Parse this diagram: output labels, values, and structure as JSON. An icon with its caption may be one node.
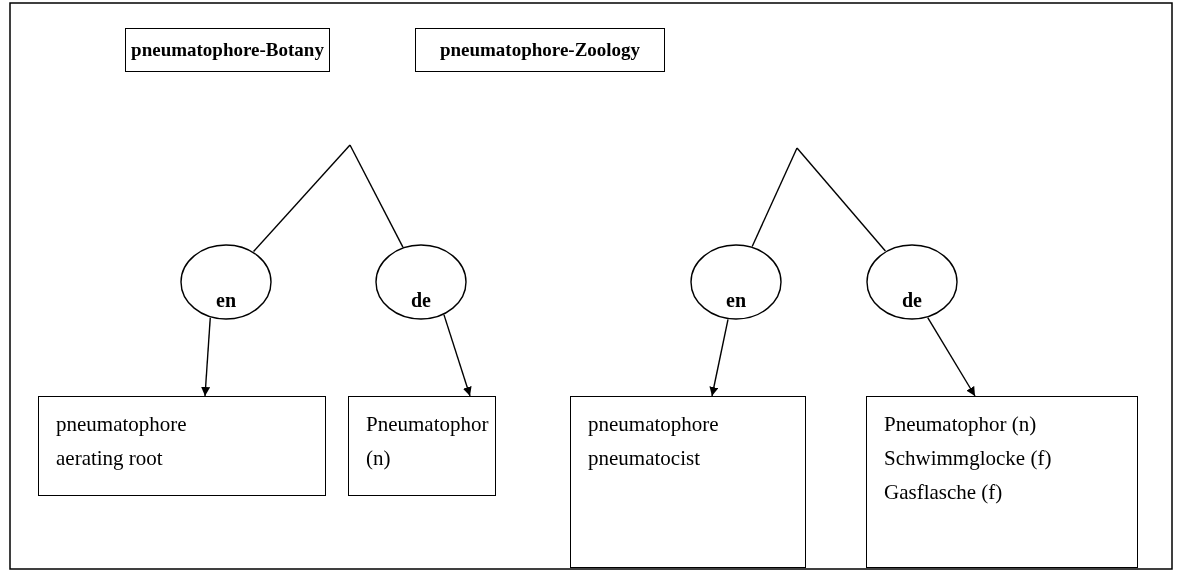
{
  "diagram": {
    "nodes": [
      {
        "text": [
          "pneumatophore-Botany"
        ]
      },
      {
        "text": [
          "pneumatophore-Zoology"
        ]
      },
      {
        "text": [
          "en"
        ]
      },
      {
        "text": [
          "de"
        ]
      },
      {
        "text": [
          "en"
        ]
      },
      {
        "text": [
          "de"
        ]
      },
      {
        "text": [
          "pneumatophore",
          "aerating root"
        ]
      },
      {
        "text": [
          "Pneumatophor (n)"
        ]
      },
      {
        "text": [
          "pneumatophore",
          "pneumatocist"
        ]
      },
      {
        "text": [
          "Pneumatophor (n)",
          "Schwimmglocke (f)",
          "Gasflasche (f)"
        ]
      }
    ],
    "edges": [
      {
        "from": null,
        "to": 2,
        "arrow": "none"
      },
      {
        "from": null,
        "to": 3,
        "arrow": "none"
      },
      {
        "from": null,
        "to": 4,
        "arrow": "none"
      },
      {
        "from": null,
        "to": 5,
        "arrow": "none"
      },
      {
        "from": 2,
        "to": 6,
        "arrow": "to"
      },
      {
        "from": 3,
        "to": 7,
        "arrow": "to"
      },
      {
        "from": 4,
        "to": 8,
        "arrow": "to"
      },
      {
        "from": 5,
        "to": 9,
        "arrow": "to"
      }
    ]
  }
}
